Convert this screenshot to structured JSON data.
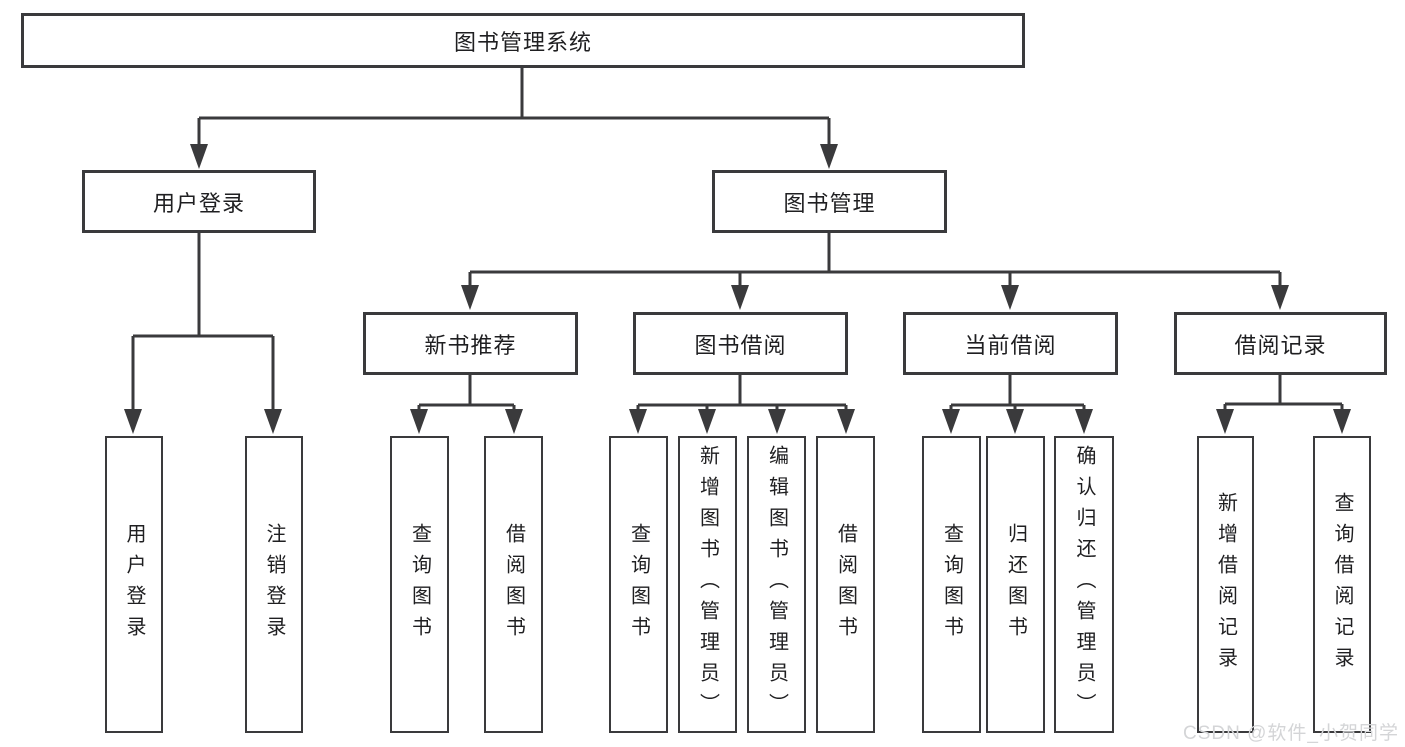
{
  "colors": {
    "line": "#3a3a3c",
    "text": "#1f1f21",
    "watermark": "#d4d5d7",
    "background": "#ffffff"
  },
  "watermark": "CSDN @软件_小贺同学",
  "tree": {
    "label": "图书管理系统",
    "children": [
      {
        "label": "用户登录",
        "children": [
          {
            "label": "用户登录"
          },
          {
            "label": "注销登录"
          }
        ]
      },
      {
        "label": "图书管理",
        "children": [
          {
            "label": "新书推荐",
            "children": [
              {
                "label": "查询图书"
              },
              {
                "label": "借阅图书"
              }
            ]
          },
          {
            "label": "图书借阅",
            "children": [
              {
                "label": "查询图书"
              },
              {
                "label": "新增图书（管理员）"
              },
              {
                "label": "编辑图书（管理员）"
              },
              {
                "label": "借阅图书"
              }
            ]
          },
          {
            "label": "当前借阅",
            "children": [
              {
                "label": "查询图书"
              },
              {
                "label": "归还图书"
              },
              {
                "label": "确认归还（管理员）"
              }
            ]
          },
          {
            "label": "借阅记录",
            "children": [
              {
                "label": "新增借阅记录"
              },
              {
                "label": "查询借阅记录"
              }
            ]
          }
        ]
      }
    ]
  }
}
